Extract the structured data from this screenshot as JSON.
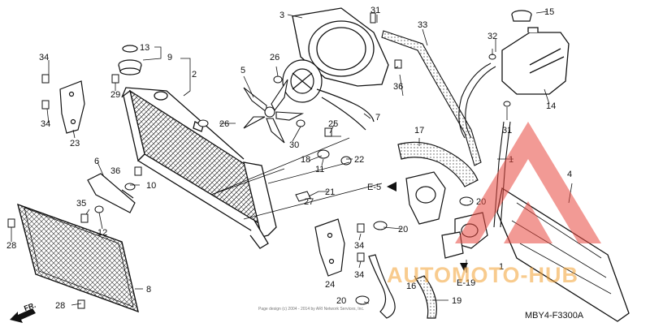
{
  "diagram": {
    "callouts": [
      "1",
      "2",
      "3",
      "4",
      "5",
      "6",
      "7",
      "8",
      "9",
      "10",
      "11",
      "12",
      "13",
      "14",
      "15",
      "16",
      "17",
      "18",
      "19",
      "20",
      "21",
      "22",
      "23",
      "24",
      "25",
      "26",
      "27",
      "28",
      "29",
      "30",
      "31",
      "32",
      "33",
      "34",
      "35",
      "36"
    ],
    "section_refs": [
      "E-5",
      "E-19"
    ],
    "drawing_code": "MBY4-F3300A",
    "direction_label": "FR.",
    "copyright": "Page design (c) 2004 - 2014 by ARI Network Services, Inc.",
    "watermark": {
      "text": "AUTOMOTO-HUB",
      "logo_color": "#e8493f",
      "text_color": "#f3a233"
    }
  }
}
